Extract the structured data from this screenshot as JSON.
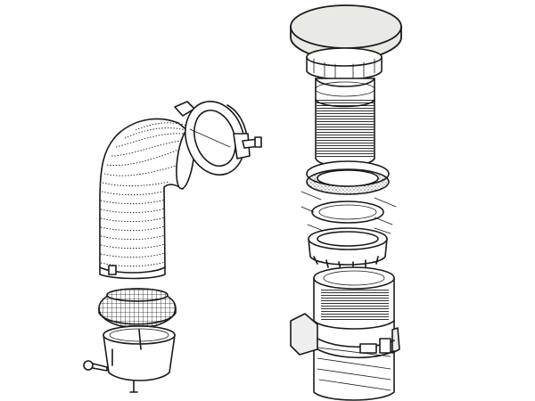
{
  "diagram": {
    "description_visible_text": "",
    "parts_left": [
      "flexible-elbow-hose",
      "hose-clamp",
      "mesh-strainer",
      "drain-cup",
      "mounting-screw"
    ],
    "parts_right": [
      "cap-cover",
      "threaded-sleeve",
      "sealing-gasket",
      "flat-washer",
      "lock-nut",
      "outer-housing",
      "bracket-strap"
    ],
    "colors": {
      "line": "#1a1a1a",
      "background": "#ffffff",
      "cap_fill": "#e9e9e6"
    }
  }
}
